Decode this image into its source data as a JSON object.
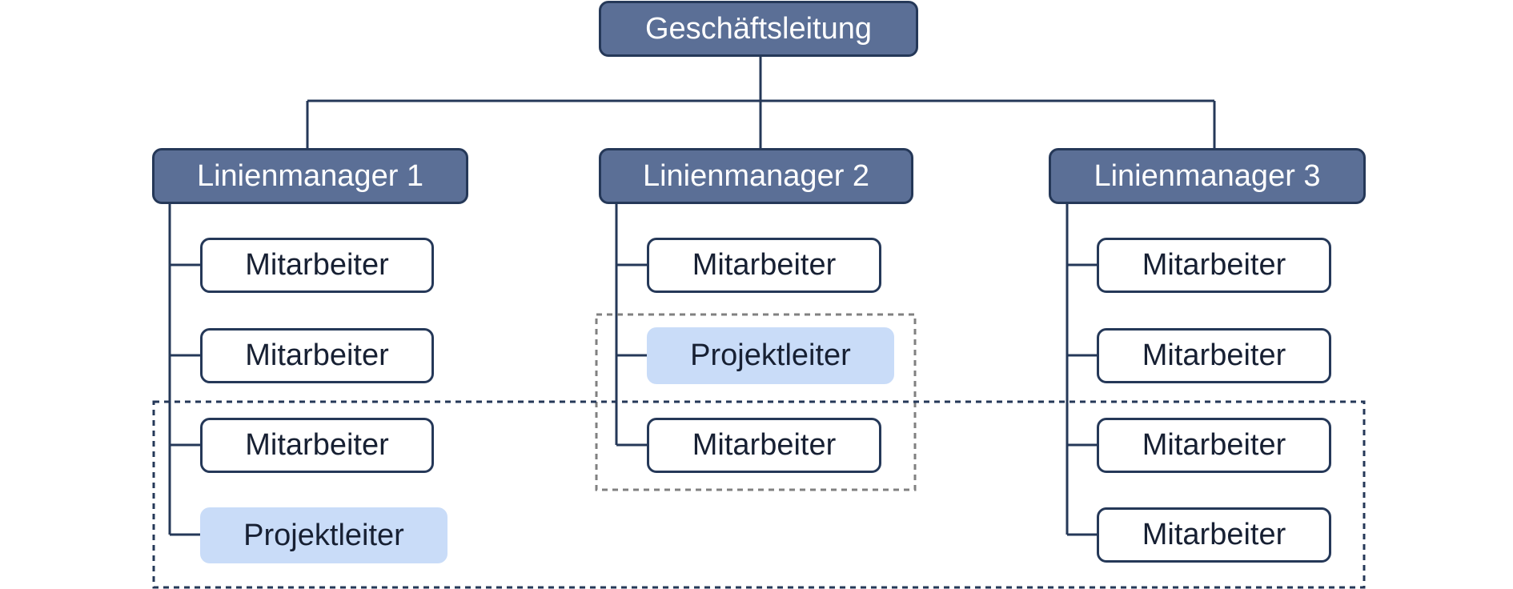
{
  "colors": {
    "manager_fill": "#5b6f96",
    "border": "#253858",
    "project_lead_fill": "#c9dcf8",
    "dashed_gray": "#808080",
    "dashed_navy": "#253858"
  },
  "chart": {
    "root": {
      "label": "Geschäftsleitung"
    },
    "managers": [
      {
        "label": "Linienmanager 1",
        "members": [
          "Mitarbeiter",
          "Mitarbeiter",
          "Mitarbeiter",
          "Projektleiter"
        ]
      },
      {
        "label": "Linienmanager 2",
        "members": [
          "Mitarbeiter",
          "Projektleiter",
          "Mitarbeiter"
        ]
      },
      {
        "label": "Linienmanager 3",
        "members": [
          "Mitarbeiter",
          "Mitarbeiter",
          "Mitarbeiter",
          "Mitarbeiter"
        ]
      }
    ]
  }
}
